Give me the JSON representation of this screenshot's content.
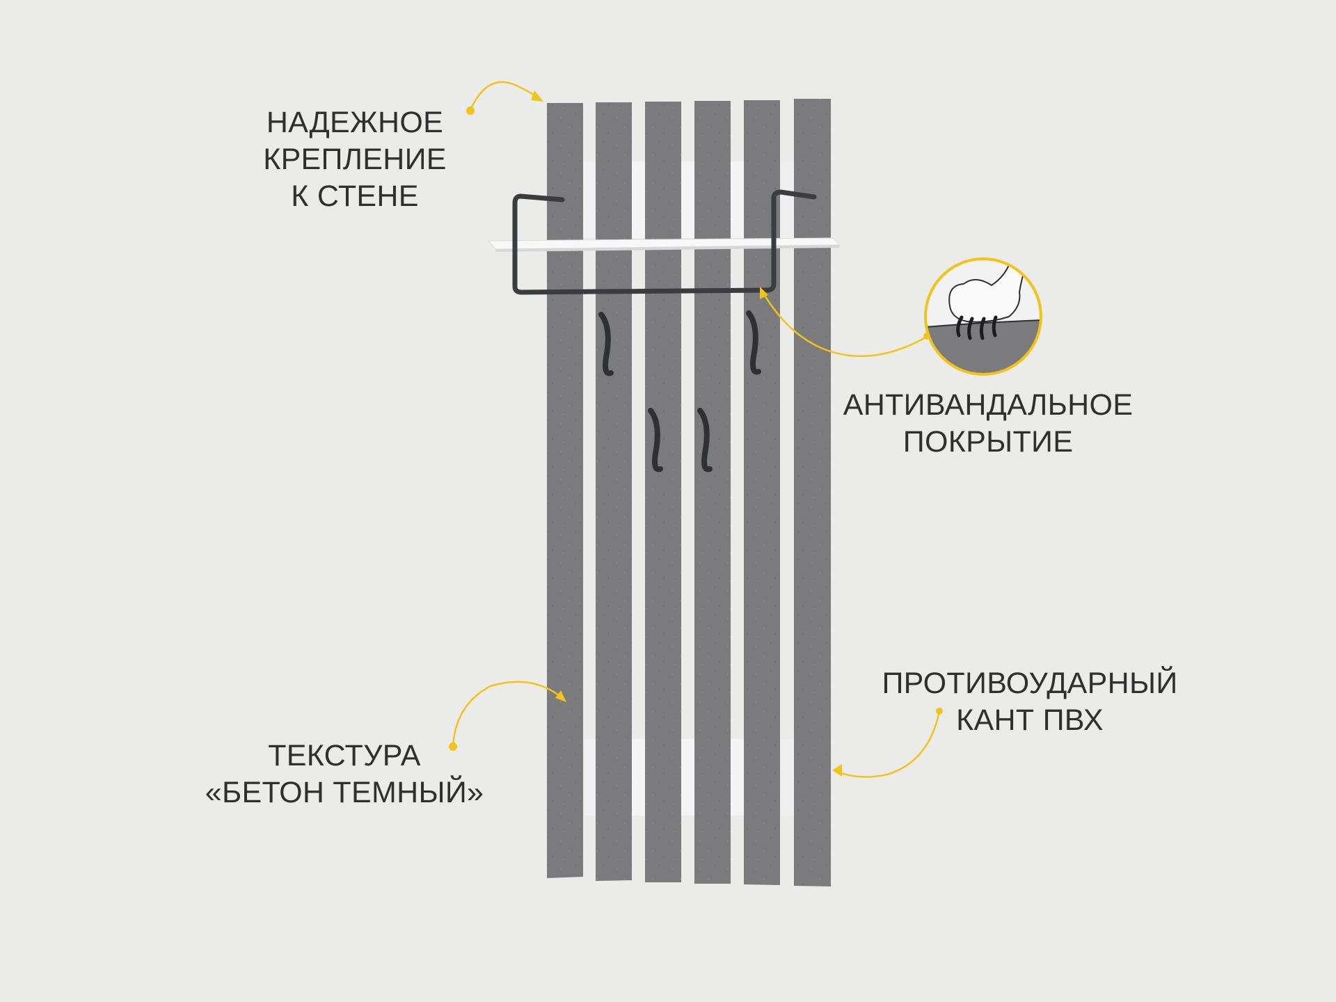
{
  "callouts": {
    "wall_mount": {
      "lines": [
        "НАДЕЖНОЕ",
        "КРЕПЛЕНИЕ",
        "К СТЕНЕ"
      ]
    },
    "anti_vandal": {
      "lines": [
        "АНТИВАНДАЛЬНОЕ",
        "ПОКРЫТИЕ"
      ]
    },
    "pvc_edge": {
      "lines": [
        "ПРОТИВОУДАРНЫЙ",
        "КАНТ ПВХ"
      ]
    },
    "texture": {
      "lines": [
        "ТЕКСТУРА",
        "«БЕТОН ТЕМНЫЙ»"
      ]
    }
  },
  "colors": {
    "background": "#ebebea",
    "plank": "#7b7b7e",
    "plank_edge": "#6c6c6f",
    "shelf": "#f7f7f7",
    "metal": "#3a3c40",
    "accent": "#f0c419",
    "text": "#2f2f2f"
  },
  "product": {
    "plank_count": 6,
    "hook_count": 4,
    "icon": "cat-claw-scratch-icon"
  }
}
